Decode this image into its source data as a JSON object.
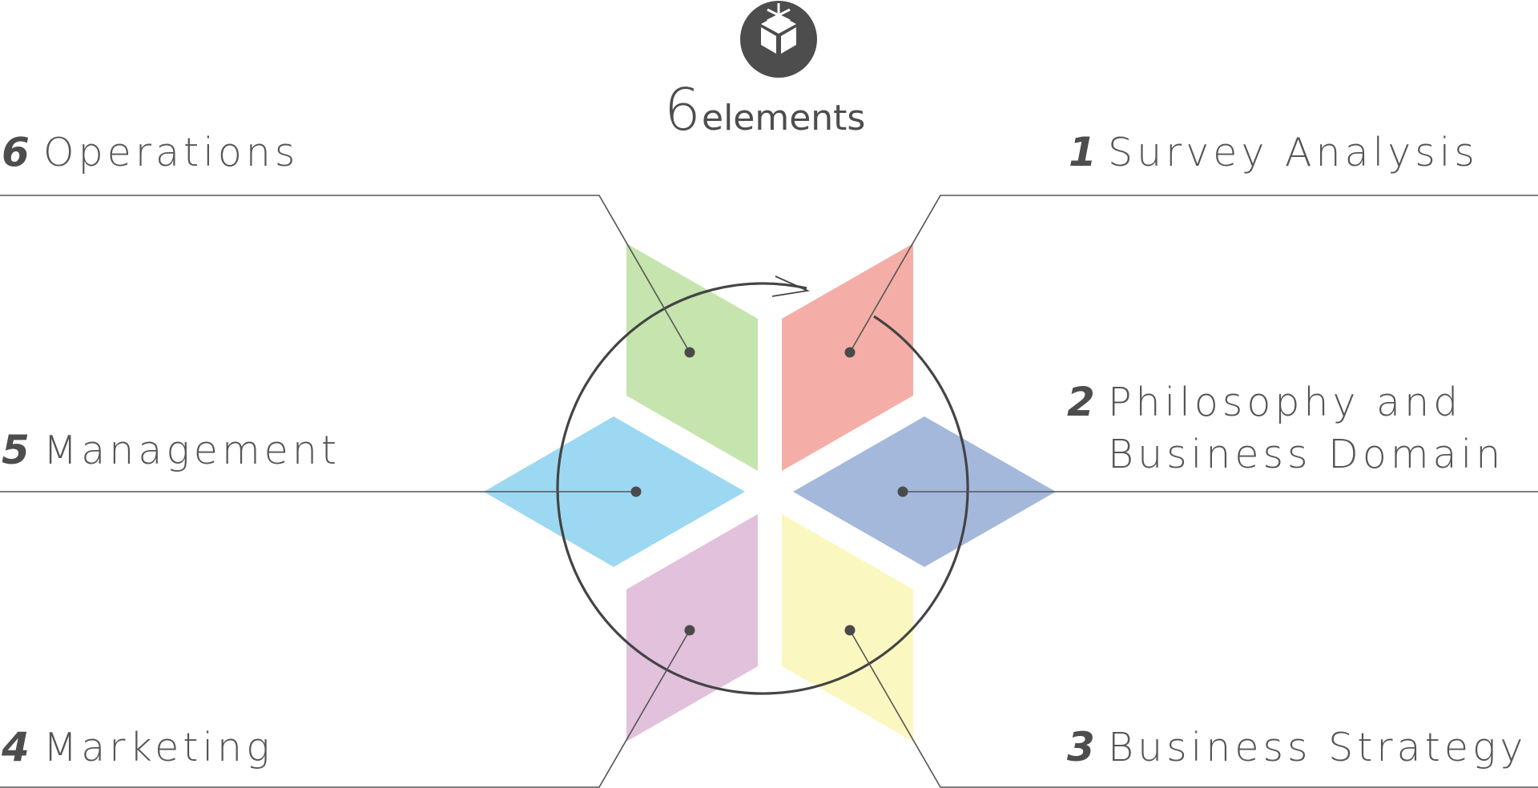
{
  "brand": {
    "number": "6",
    "word": "elements",
    "logo_icon": "cube-asterisk-logo-icon"
  },
  "elements": [
    {
      "number": "1",
      "line1": "Survey Analysis",
      "line2": "",
      "color": "#f5aea7"
    },
    {
      "number": "2",
      "line1": "Philosophy and",
      "line2": "Business Domain",
      "color": "#a4b8dc"
    },
    {
      "number": "3",
      "line1": "Business Strategy",
      "line2": "",
      "color": "#fbf7c0"
    },
    {
      "number": "4",
      "line1": "Marketing",
      "line2": "",
      "color": "#e2c1dc"
    },
    {
      "number": "5",
      "line1": "Management",
      "line2": "",
      "color": "#9dd8f3"
    },
    {
      "number": "6",
      "line1": "Operations",
      "line2": "",
      "color": "#c6e4ad"
    }
  ],
  "colors": {
    "text": "#555555",
    "lines": "#555555",
    "cycle_arrow": "#444444"
  }
}
